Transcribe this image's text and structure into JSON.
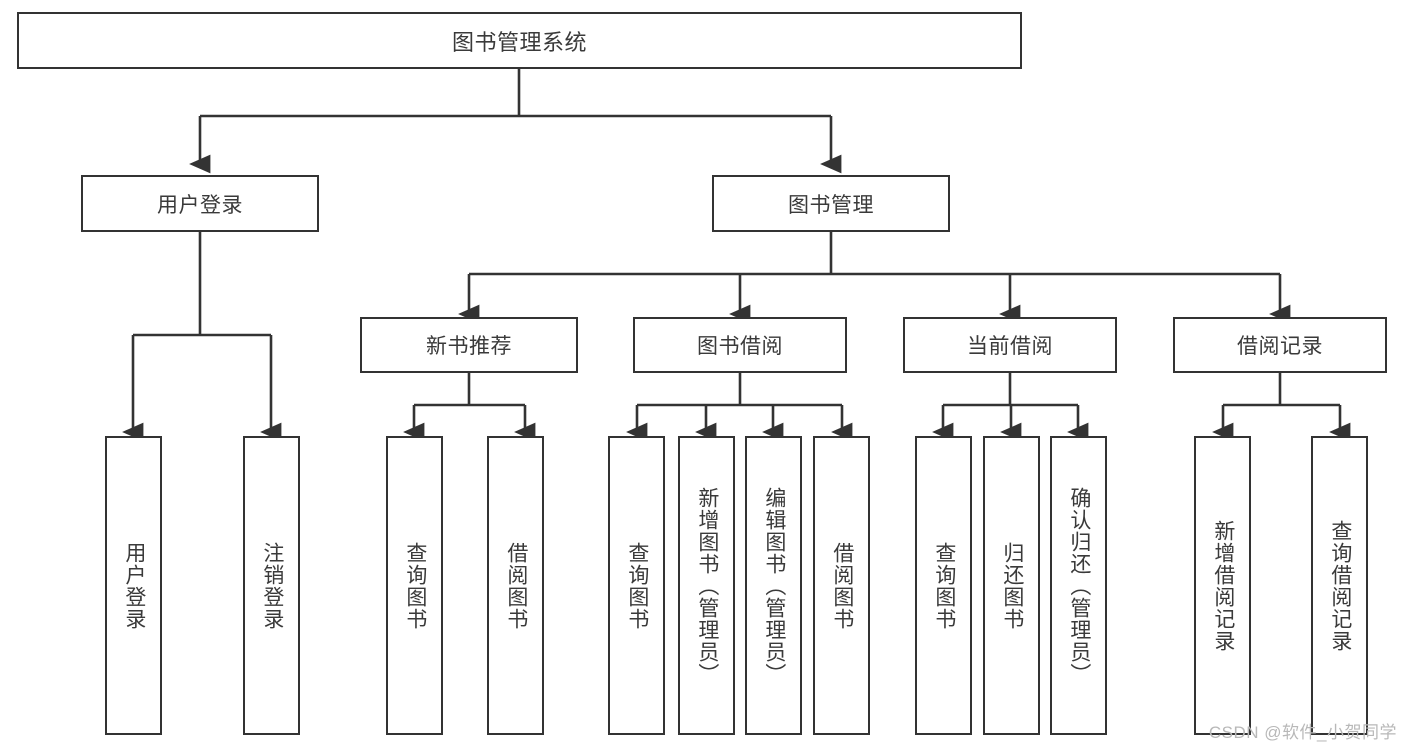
{
  "diagram": {
    "type": "tree-hierarchy",
    "title": "图书管理系统",
    "orientation": "top-down",
    "colors": {
      "background": "#ffffff",
      "node_border": "#333333",
      "node_fill": "#ffffff",
      "text": "#3a3a3a",
      "connector": "#333333",
      "watermark": "#b8b8b8"
    },
    "root": {
      "label": "图书管理系统",
      "text_direction": "horizontal"
    },
    "level2": [
      {
        "label": "用户登录",
        "text_direction": "horizontal"
      },
      {
        "label": "图书管理",
        "text_direction": "horizontal"
      }
    ],
    "level3": [
      {
        "label": "新书推荐",
        "text_direction": "horizontal"
      },
      {
        "label": "图书借阅",
        "text_direction": "horizontal"
      },
      {
        "label": "当前借阅",
        "text_direction": "horizontal"
      },
      {
        "label": "借阅记录",
        "text_direction": "horizontal"
      }
    ],
    "leaves": {
      "user_login": [
        {
          "label": "用户登录",
          "text_direction": "vertical"
        },
        {
          "label": "注销登录",
          "text_direction": "vertical"
        }
      ],
      "new_book_recommend": [
        {
          "label": "查询图书",
          "text_direction": "vertical"
        },
        {
          "label": "借阅图书",
          "text_direction": "vertical"
        }
      ],
      "book_borrow": [
        {
          "label": "查询图书",
          "text_direction": "vertical"
        },
        {
          "label": "新增图书（管理员）",
          "text_direction": "vertical"
        },
        {
          "label": "编辑图书（管理员）",
          "text_direction": "vertical"
        },
        {
          "label": "借阅图书",
          "text_direction": "vertical"
        }
      ],
      "current_borrow": [
        {
          "label": "查询图书",
          "text_direction": "vertical"
        },
        {
          "label": "归还图书",
          "text_direction": "vertical"
        },
        {
          "label": "确认归还（管理员）",
          "text_direction": "vertical"
        }
      ],
      "borrow_record": [
        {
          "label": "新增借阅记录",
          "text_direction": "vertical"
        },
        {
          "label": "查询借阅记录",
          "text_direction": "vertical"
        }
      ]
    },
    "watermark": "CSDN @软件_小贺同学"
  }
}
